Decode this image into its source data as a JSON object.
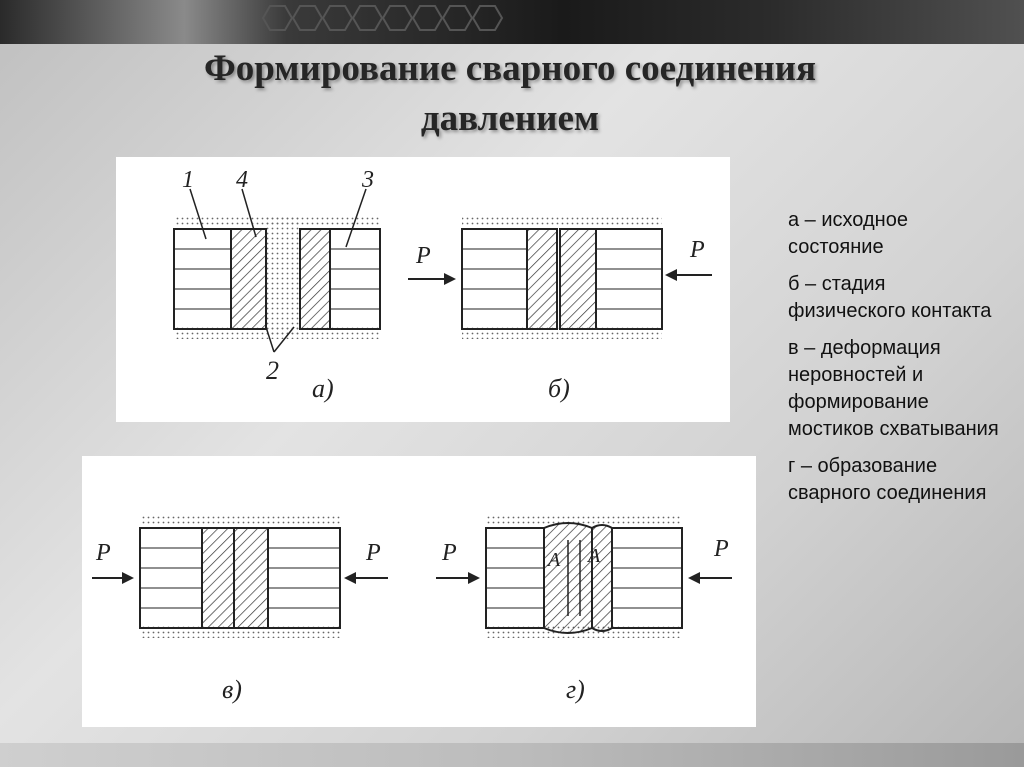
{
  "slide": {
    "title_line1": "Формирование сварного соединения",
    "title_line2": "давлением"
  },
  "diagram": {
    "labels": {
      "part1": "1",
      "part4": "4",
      "part3": "3",
      "part2": "2",
      "force": "P",
      "zone": "A"
    },
    "captions": {
      "a": "а)",
      "b": "б)",
      "v": "в)",
      "g": "г)"
    }
  },
  "legend": {
    "items": [
      "а – исходное состояние",
      "б – стадия физического контакта",
      "в – деформация неровностей и формирование мостиков схватывания",
      "г – образование сварного соединения"
    ]
  },
  "colors": {
    "title_text": "#262626",
    "panel_bg": "#ffffff",
    "ink": "#222222"
  }
}
